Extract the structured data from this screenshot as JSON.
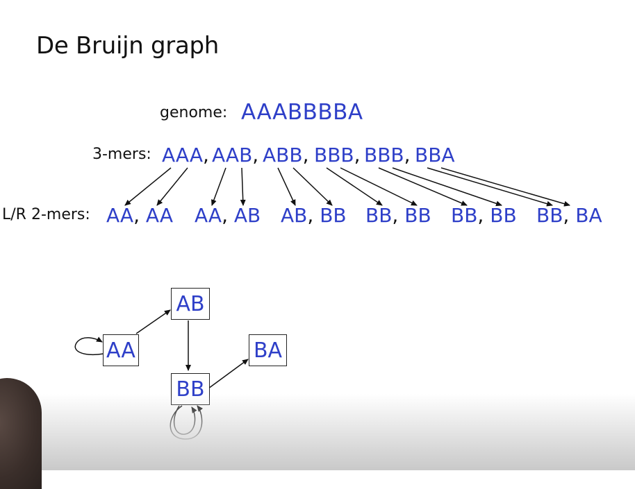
{
  "title": "De Bruijn graph",
  "genome": {
    "label": "genome:",
    "sequence": "AAABBBBA"
  },
  "kmers": {
    "label": "3-mers:",
    "items": [
      "AAA",
      "AAB",
      "ABB",
      "BBB",
      "BBB",
      "BBA"
    ],
    "separator": ","
  },
  "lr2mers": {
    "label": "L/R 2-mers:",
    "pairs": [
      {
        "left": "AA",
        "right": "AA"
      },
      {
        "left": "AA",
        "right": "AB"
      },
      {
        "left": "AB",
        "right": "BB"
      },
      {
        "left": "BB",
        "right": "BB"
      },
      {
        "left": "BB",
        "right": "BB"
      },
      {
        "left": "BB",
        "right": "BA"
      }
    ]
  },
  "graph": {
    "nodes": [
      "AA",
      "AB",
      "BB",
      "BA"
    ],
    "edges": [
      {
        "from": "AA",
        "to": "AA"
      },
      {
        "from": "AA",
        "to": "AB"
      },
      {
        "from": "AB",
        "to": "BB"
      },
      {
        "from": "BB",
        "to": "BB"
      },
      {
        "from": "BB",
        "to": "BB"
      },
      {
        "from": "BB",
        "to": "BA"
      }
    ]
  },
  "colors": {
    "accent": "#2e3fc8",
    "text": "#111111"
  }
}
